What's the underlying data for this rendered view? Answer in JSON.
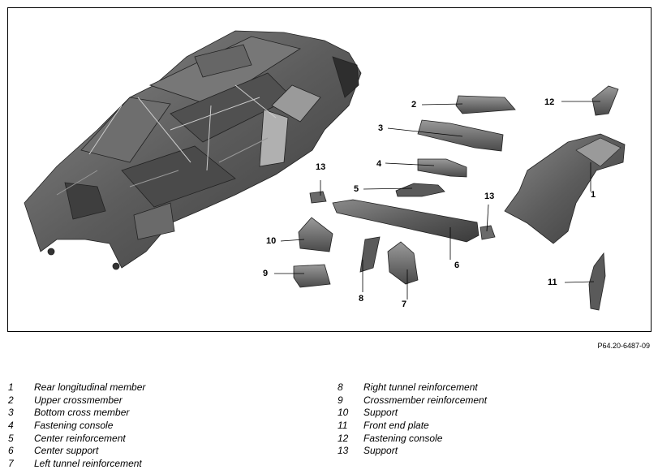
{
  "figure": {
    "reference": "P64.20-6487-09",
    "callouts": [
      {
        "id": "c1",
        "text": "1"
      },
      {
        "id": "c2",
        "text": "2"
      },
      {
        "id": "c3",
        "text": "3"
      },
      {
        "id": "c4",
        "text": "4"
      },
      {
        "id": "c5",
        "text": "5"
      },
      {
        "id": "c6",
        "text": "6"
      },
      {
        "id": "c7",
        "text": "7"
      },
      {
        "id": "c8",
        "text": "8"
      },
      {
        "id": "c9",
        "text": "9"
      },
      {
        "id": "c10",
        "text": "10"
      },
      {
        "id": "c11",
        "text": "11"
      },
      {
        "id": "c12",
        "text": "12"
      },
      {
        "id": "c13a",
        "text": "13"
      },
      {
        "id": "c13b",
        "text": "13"
      }
    ]
  },
  "legend": {
    "left": [
      {
        "num": "1",
        "label": "Rear longitudinal member"
      },
      {
        "num": "2",
        "label": "Upper crossmember"
      },
      {
        "num": "3",
        "label": "Bottom cross member"
      },
      {
        "num": "4",
        "label": "Fastening console"
      },
      {
        "num": "5",
        "label": "Center reinforcement"
      },
      {
        "num": "6",
        "label": "Center support"
      },
      {
        "num": "7",
        "label": "Left tunnel reinforcement"
      }
    ],
    "right": [
      {
        "num": "8",
        "label": "Right tunnel reinforcement"
      },
      {
        "num": "9",
        "label": "Crossmember reinforcement"
      },
      {
        "num": "10",
        "label": "Support"
      },
      {
        "num": "11",
        "label": "Front end plate"
      },
      {
        "num": "12",
        "label": "Fastening console"
      },
      {
        "num": "13",
        "label": "Support"
      }
    ]
  }
}
